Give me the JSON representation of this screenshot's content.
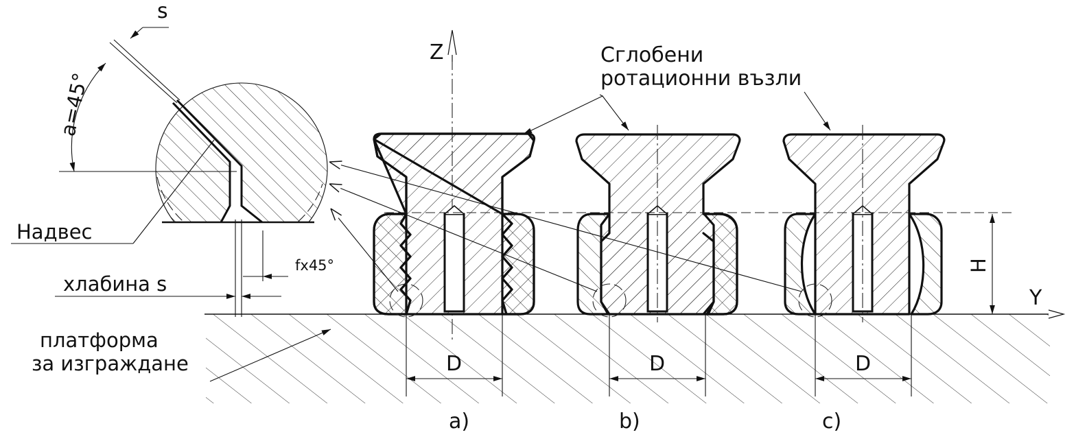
{
  "labels": {
    "s_top": "s",
    "angle": "a=45°",
    "z_axis": "Z",
    "y_axis": "Y",
    "assembled_line1": "Сглобени",
    "assembled_line2": "ротационни възли",
    "overhang": "Надвес",
    "clearance": "хлабина s",
    "chamfer": "fx45°",
    "platform_line1": "платформа",
    "platform_line2": "за изграждане",
    "height": "H",
    "diameter_a": "D",
    "diameter_b": "D",
    "diameter_c": "D",
    "caption_a": "a)",
    "caption_b": "b)",
    "caption_c": "c)"
  },
  "colors": {
    "line": "#111111",
    "background": "#ffffff"
  }
}
